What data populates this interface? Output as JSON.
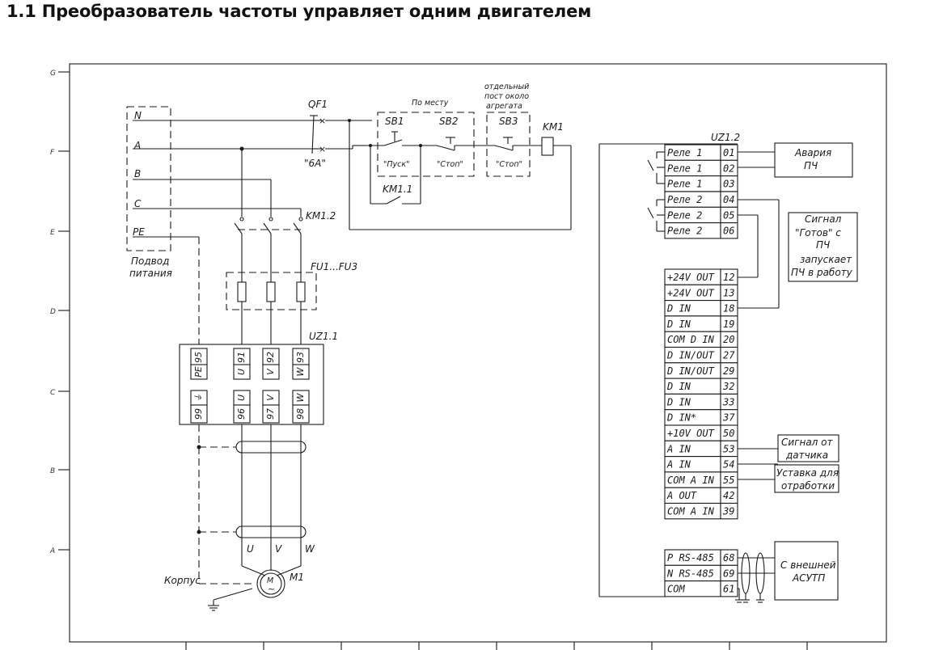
{
  "title": "1.1 Преобразователь частоты управляет одним двигателем",
  "axis_letters": [
    "G",
    "F",
    "E",
    "D",
    "C",
    "B",
    "A"
  ],
  "supply": {
    "lines": [
      "N",
      "A",
      "B",
      "C",
      "PE"
    ],
    "label_1": "Подвод",
    "label_2": "питания"
  },
  "qf1": {
    "label": "QF1",
    "rating": "\"6А\""
  },
  "control": {
    "local_label": "По месту",
    "remote_label_1": "отдельный",
    "remote_label_2": "пост около",
    "remote_label_3": "агрегата",
    "sb1": "SB1",
    "sb1_note": "\"Пуск\"",
    "sb2": "SB2",
    "sb2_note": "\"Стоп\"",
    "sb3": "SB3",
    "sb3_note": "\"Стоп\"",
    "km1": "KM1",
    "km11": "KM1.1",
    "km12": "KM1.2"
  },
  "fuses": {
    "label": "FU1...FU3"
  },
  "uz11": {
    "label": "UZ1.1",
    "top_terms": [
      "95",
      "91",
      "92",
      "93"
    ],
    "top_syms": [
      "PE",
      "U",
      "V",
      "W"
    ],
    "bot_syms": [
      "⏚",
      "U",
      "V",
      "W"
    ],
    "bot_terms": [
      "99",
      "96",
      "97",
      "98"
    ]
  },
  "motor": {
    "label": "M1",
    "symbol": "M",
    "phases": [
      "U",
      "V",
      "W"
    ],
    "case_label": "Корпус"
  },
  "uz12": {
    "label": "UZ1.2",
    "rows": [
      {
        "name": "Реле 1",
        "num": "01"
      },
      {
        "name": "Реле 1",
        "num": "02"
      },
      {
        "name": "Реле 1",
        "num": "03"
      },
      {
        "name": "Реле 2",
        "num": "04"
      },
      {
        "name": "Реле 2",
        "num": "05"
      },
      {
        "name": "Реле 2",
        "num": "06"
      },
      {
        "name": "+24V OUT",
        "num": "12"
      },
      {
        "name": "+24V OUT",
        "num": "13"
      },
      {
        "name": "D IN",
        "num": "18"
      },
      {
        "name": "D IN",
        "num": "19"
      },
      {
        "name": "COM D IN",
        "num": "20"
      },
      {
        "name": "D IN/OUT",
        "num": "27"
      },
      {
        "name": "D IN/OUT",
        "num": "29"
      },
      {
        "name": "D IN",
        "num": "32"
      },
      {
        "name": "D IN",
        "num": "33"
      },
      {
        "name": "D IN*",
        "num": "37"
      },
      {
        "name": "+10V OUT",
        "num": "50"
      },
      {
        "name": "A IN",
        "num": "53"
      },
      {
        "name": "A IN",
        "num": "54"
      },
      {
        "name": "COM A IN",
        "num": "55"
      },
      {
        "name": "A OUT",
        "num": "42"
      },
      {
        "name": "COM A IN",
        "num": "39"
      },
      {
        "name": "P RS-485",
        "num": "68"
      },
      {
        "name": "N RS-485",
        "num": "69"
      },
      {
        "name": "COM",
        "num": "61"
      }
    ]
  },
  "notes": {
    "alarm": [
      "Авария",
      "ПЧ"
    ],
    "ready": [
      "Сигнал",
      "\"Готов\" с",
      "ПЧ",
      "запускает",
      "ПЧ в работу"
    ],
    "sensor": [
      "Сигнал от",
      "датчика"
    ],
    "setpoint": [
      "Уставка для",
      "отработки"
    ],
    "scada": [
      "С внешней",
      "АСУТП"
    ]
  }
}
